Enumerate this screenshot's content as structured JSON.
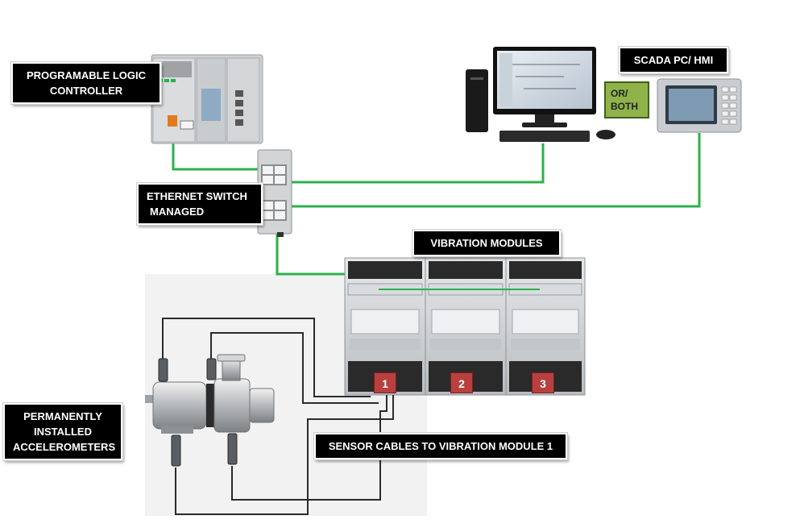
{
  "labels": {
    "plc_line1": "PROGRAMABLE LOGIC",
    "plc_line2": "CONTROLLER",
    "switch_line1": "ETHERNET SWITCH",
    "switch_line2": "MANAGED",
    "scada": "SCADA PC/ HMI",
    "or_line1": "OR/",
    "or_line2": "BOTH",
    "vibration_modules": "VIBRATION MODULES",
    "accel_line1": "PERMANENTLY",
    "accel_line2": "INSTALLED",
    "accel_line3": "ACCELEROMETERS",
    "sensor_cables": "SENSOR CABLES TO VIBRATION MODULE 1"
  },
  "module_numbers": [
    "1",
    "2",
    "3"
  ],
  "colors": {
    "network_line": "#2db04b",
    "label_bg": "#000000",
    "or_box": "#8fb34a",
    "module_badge": "#b8403f",
    "sensor_cable": "#2b2b2b"
  },
  "icons": [
    "plc-chassis-icon",
    "ethernet-switch-icon",
    "desktop-pc-icon",
    "hmi-panel-icon",
    "vibration-module-icon",
    "pump-motor-icon",
    "accelerometer-icon"
  ]
}
